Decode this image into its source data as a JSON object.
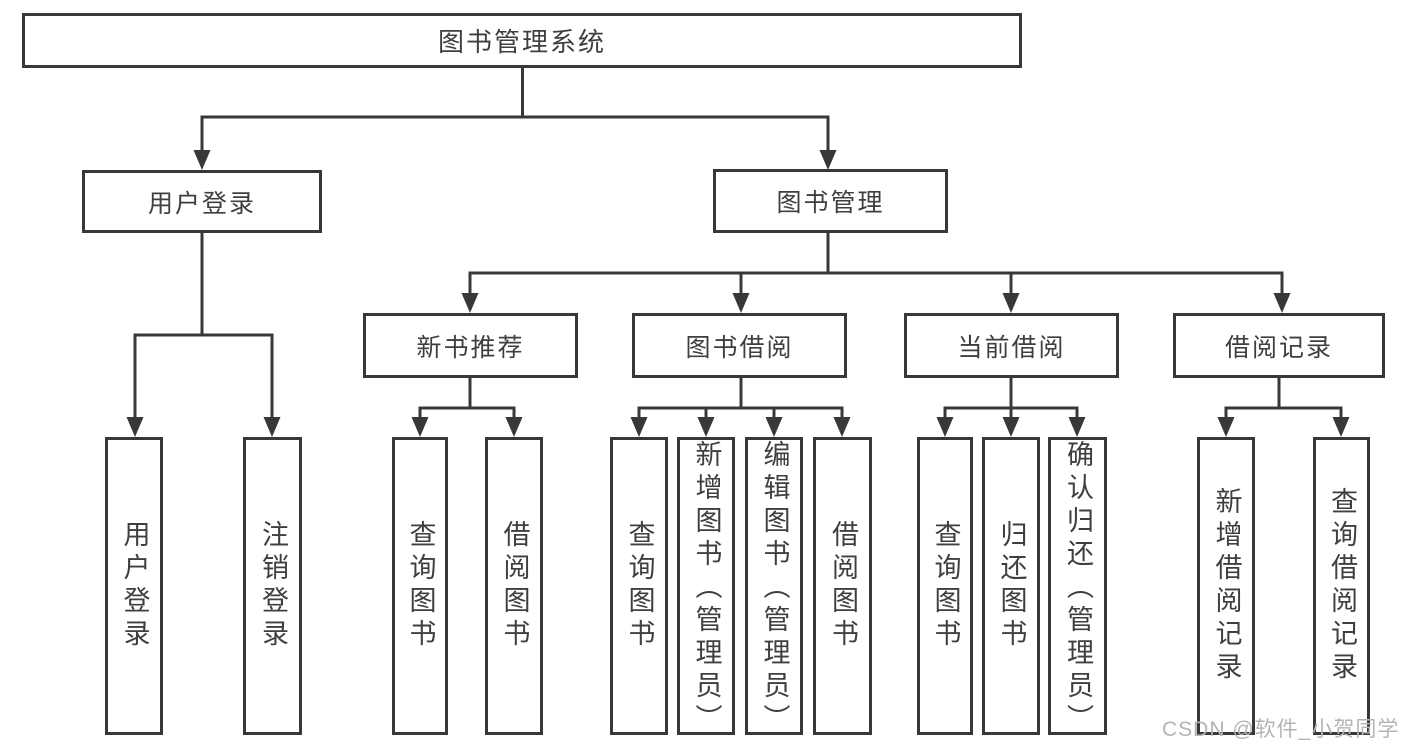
{
  "diagram_type": "hierarchy-tree",
  "colors": {
    "line": "#383838",
    "box_border": "#383838",
    "text": "#3f3f3f",
    "background": "#ffffff",
    "watermark_text": "#b4b4b4"
  },
  "tree": {
    "label": "图书管理系统",
    "children": [
      {
        "label": "用户登录",
        "children": [
          {
            "label": "用户登录"
          },
          {
            "label": "注销登录"
          }
        ]
      },
      {
        "label": "图书管理",
        "children": [
          {
            "label": "新书推荐",
            "children": [
              {
                "label": "查询图书"
              },
              {
                "label": "借阅图书"
              }
            ]
          },
          {
            "label": "图书借阅",
            "children": [
              {
                "label": "查询图书"
              },
              {
                "label": "新增图书（管理员）"
              },
              {
                "label": "编辑图书（管理员）"
              },
              {
                "label": "借阅图书"
              }
            ]
          },
          {
            "label": "当前借阅",
            "children": [
              {
                "label": "查询图书"
              },
              {
                "label": "归还图书"
              },
              {
                "label": "确认归还（管理员）"
              }
            ]
          },
          {
            "label": "借阅记录",
            "children": [
              {
                "label": "新增借阅记录"
              },
              {
                "label": "查询借阅记录"
              }
            ]
          }
        ]
      }
    ]
  },
  "watermark": "CSDN @软件_小贺同学"
}
